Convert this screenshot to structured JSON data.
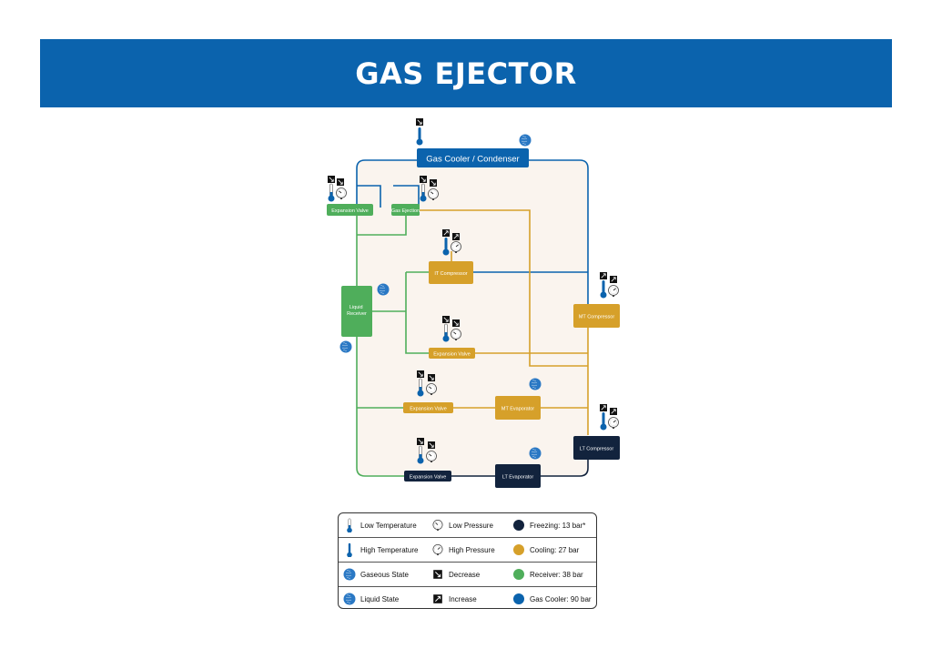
{
  "header": {
    "title": "GAS EJECTOR"
  },
  "components": {
    "gas_cooler": "Gas Cooler / Condenser",
    "expansion_valve_top": "Expansion Valve",
    "gas_ejection": "Gas Ejection",
    "it_compressor": "IT Compressor",
    "liquid_receiver": "Liquid Receiver",
    "expansion_valve_mid": "Expansion Valve",
    "mt_compressor": "MT Compressor",
    "expansion_valve_mt": "Expansion Valve",
    "mt_evaporator": "MT Evaporator",
    "lt_compressor": "LT Compressor",
    "expansion_valve_lt": "Expansion Valve",
    "lt_evaporator": "LT Evaporator"
  },
  "legend": {
    "low_temperature": "Low Temperature",
    "low_pressure": "Low Pressure",
    "freezing": "Freezing: 13 bar*",
    "high_temperature": "High Temperature",
    "high_pressure": "High Pressure",
    "cooling": "Cooling: 27 bar",
    "gaseous_state": "Gaseous State",
    "decrease": "Decrease",
    "receiver": "Receiver: 38 bar",
    "liquid_state": "Liquid State",
    "increase": "Increase",
    "gas_cooler": "Gas Cooler: 90 bar"
  },
  "colors": {
    "gas_cooler": "#0b63ad",
    "receiver": "#4fae5b",
    "cooling": "#d6a02a",
    "freezing": "#12233d",
    "panel": "#faf4ee"
  }
}
